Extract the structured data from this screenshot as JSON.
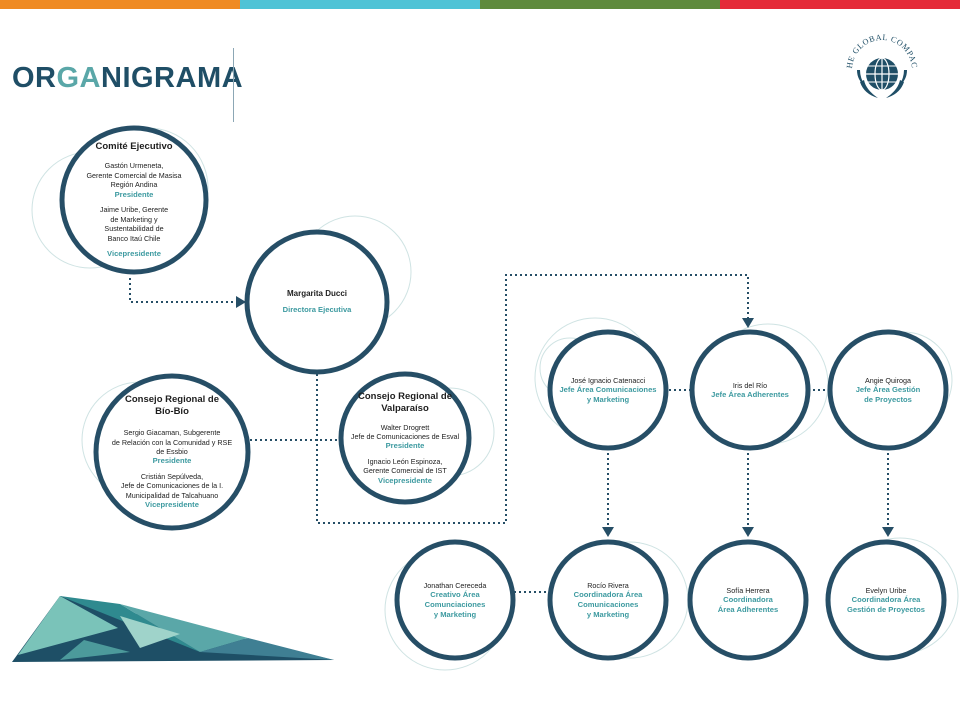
{
  "header": {
    "title_parts": [
      "OR",
      "GA",
      "NIGRAMA"
    ],
    "logo_text": "THE GLOBAL COMPACT"
  },
  "colors": {
    "bar_orange": "#ef8a22",
    "bar_teal": "#4ec3d6",
    "bar_green": "#5e8a3c",
    "bar_red": "#e52b38",
    "navy": "#1f4e66",
    "ring": "#264e66",
    "accent": "#3d9aa0",
    "triangle_dark": "#1e4f66",
    "triangle_mid": "#2f8a8f",
    "triangle_light": "#7ac3b9"
  },
  "nodes": {
    "comite": {
      "heading": "Comité Ejecutivo",
      "p1": "Gastón Urmeneta,",
      "p2": "Gerente Comercial de Masisa",
      "p3": "Región Andina",
      "r1": "Presidente",
      "q1": "Jaime Uribe, Gerente",
      "q2": "de Marketing y",
      "q3": "Sustentabilidad de",
      "q4": "Banco Itaú Chile",
      "r2": "Vicepresidente"
    },
    "margarita": {
      "name": "Margarita Ducci",
      "role": "Directora Ejecutiva"
    },
    "biobio": {
      "heading1": "Consejo Regional de",
      "heading2": "Bío-Bío",
      "p1": "Sergio Giacaman, Subgerente",
      "p2": "de Relación con la Comunidad y RSE",
      "p3": "de Essbio",
      "r1": "Presidente",
      "q1": "Cristián Sepúlveda,",
      "q2": "Jefe de Comunicaciones de la I.",
      "q3": "Municipalidad de Talcahuano",
      "r2": "Vicepresidente"
    },
    "valparaiso": {
      "heading1": "Consejo Regional de",
      "heading2": "Valparaíso",
      "p1": "Walter Drogrett",
      "p2": "Jefe de Comunicaciones de Esval",
      "r1": "Presidente",
      "q1": "Ignacio León Espinoza,",
      "q2": "Gerente Comercial de IST",
      "r2": "Vicepresidente"
    },
    "catenacci": {
      "name": "José Ignacio Catenacci",
      "role1": "Jefe Área Comunicaciones",
      "role2": "y Marketing"
    },
    "iris": {
      "name": "Iris del Río",
      "role1": "Jefe Área Adherentes"
    },
    "angie": {
      "name": "Angie Quiroga",
      "role1": "Jefe Área Gestión",
      "role2": "de Proyectos"
    },
    "jonathan": {
      "name": "Jonathan Cereceda",
      "role1": "Creativo Área",
      "role2": "Comunciaciones",
      "role3": "y Marketing"
    },
    "rocio": {
      "name": "Rocío Rivera",
      "role1": "Coordinadora Área",
      "role2": "Comunicaciones",
      "role3": "y Marketing"
    },
    "sofia": {
      "name": "Sofía Herrera",
      "role1": "Coordinadora",
      "role2": "Área Adherentes"
    },
    "evelyn": {
      "name": "Evelyn Uribe",
      "role1": "Coordinadora Área",
      "role2": "Gestión de Proyectos"
    }
  }
}
